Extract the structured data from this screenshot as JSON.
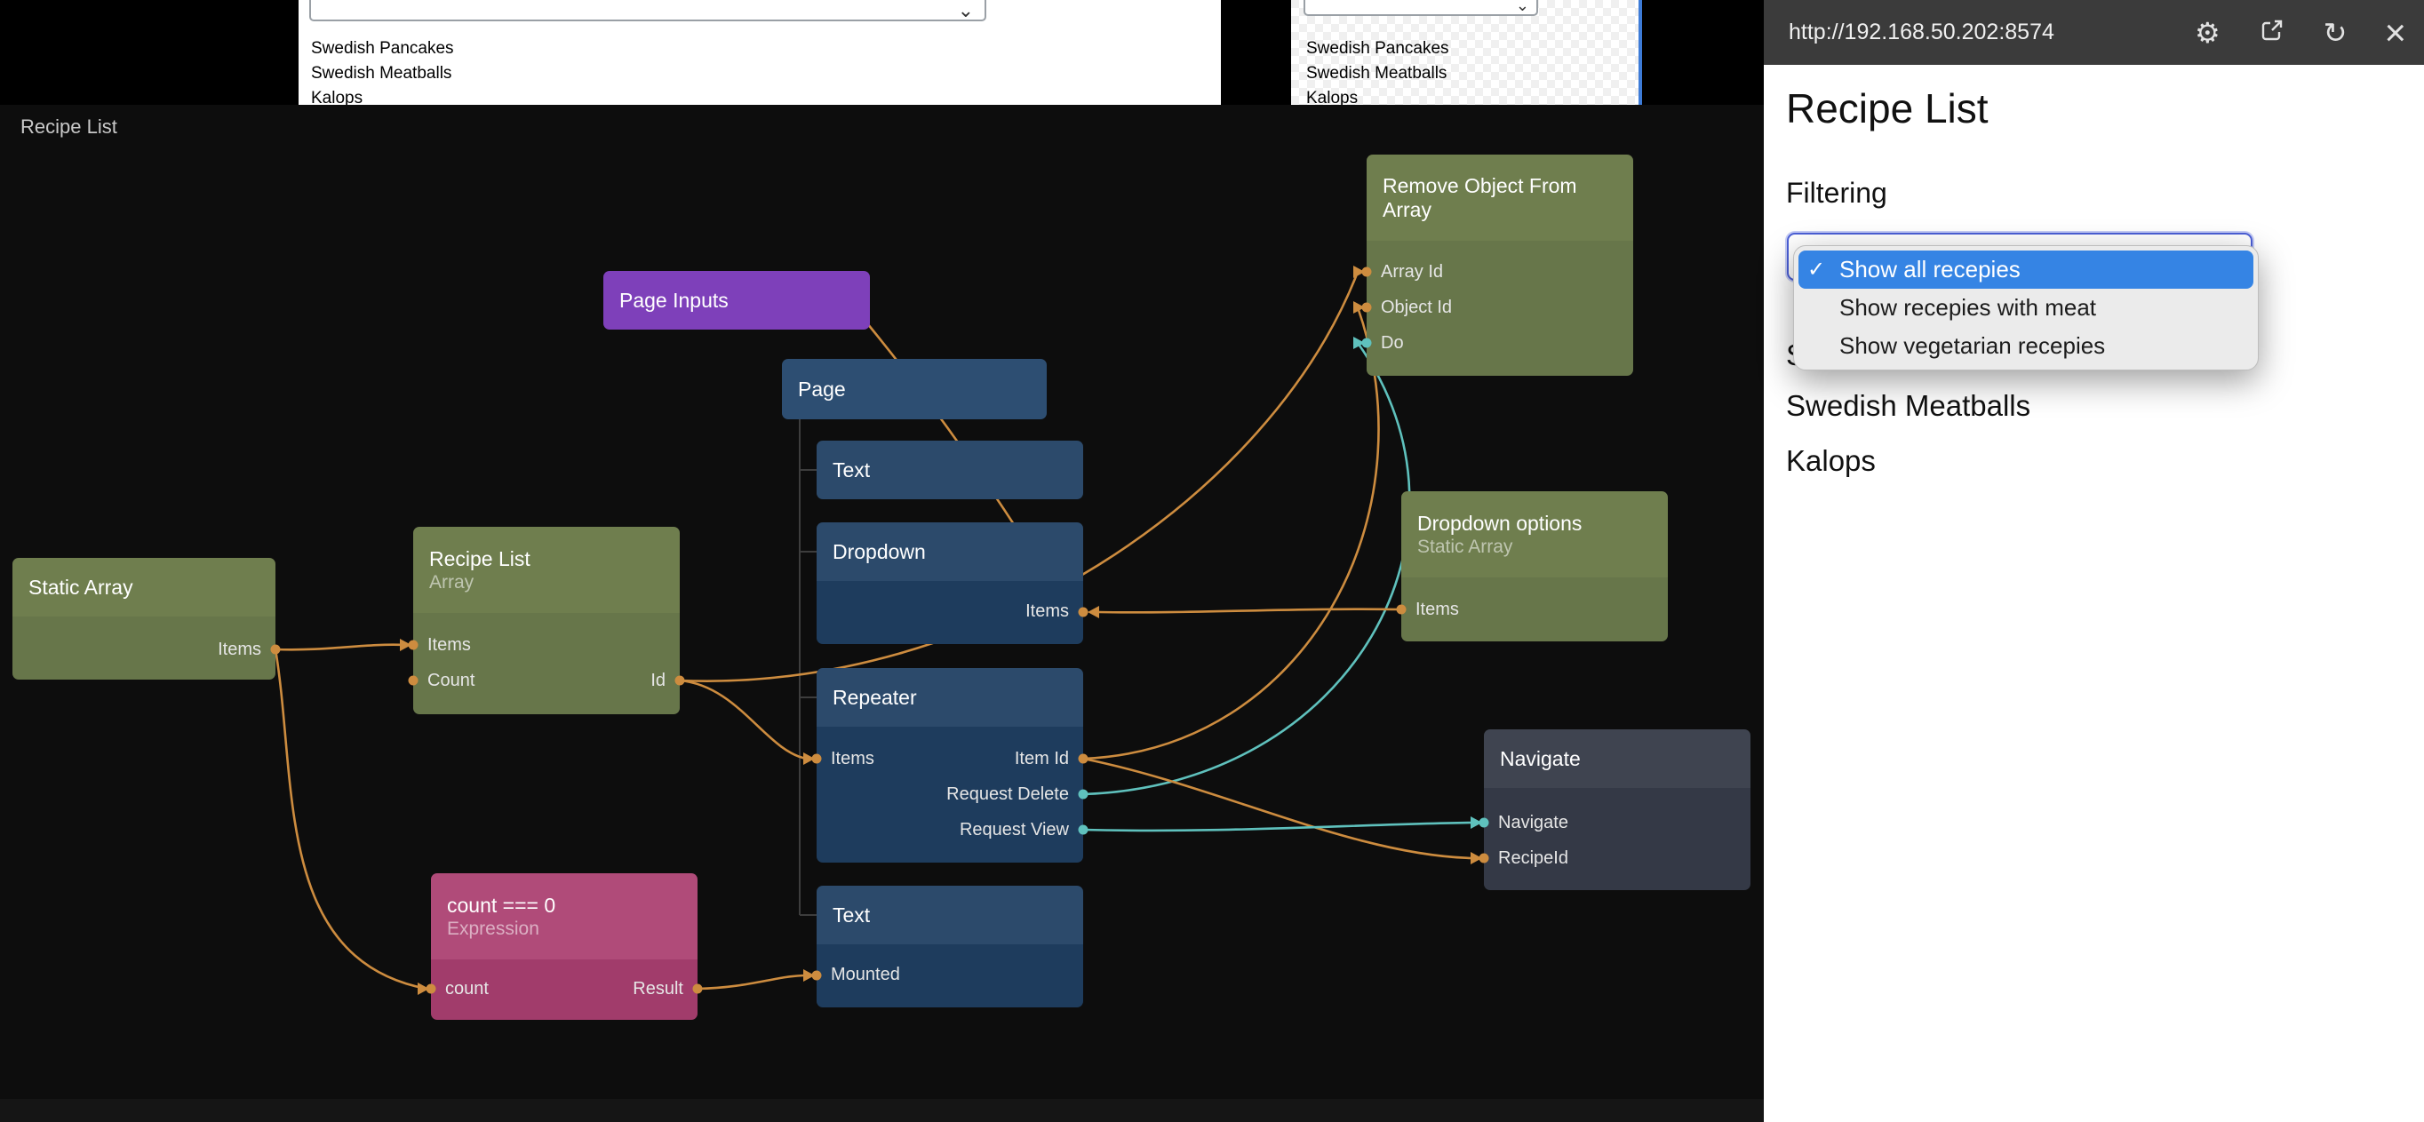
{
  "glyphs": {
    "chevron": "⌄",
    "check": "✓",
    "gear": "⚙",
    "refresh": "↻",
    "close": "×"
  },
  "colors": {
    "wire_orange": "#cd8c3f",
    "wire_teal": "#5fc1bd",
    "select_accent": "#3584e4",
    "topbar_bg": "#3b3b3b",
    "node_green": "#6f7e4e",
    "node_blue": "#2c4a6b",
    "node_purple": "#7e40ba",
    "node_pink": "#b04b79"
  },
  "editor": {
    "canvas_label": "Recipe List",
    "top_previews": [
      {
        "items": [
          "Swedish Pancakes",
          "Swedish Meatballs",
          "Kalops"
        ]
      },
      {
        "items": [
          "Swedish Pancakes",
          "Swedish Meatballs",
          "Kalops"
        ]
      }
    ],
    "nodes": {
      "page_inputs": {
        "title": "Page Inputs"
      },
      "page": {
        "title": "Page"
      },
      "text_top": {
        "title": "Text"
      },
      "dropdown": {
        "title": "Dropdown",
        "ports": {
          "items": "Items"
        }
      },
      "repeater": {
        "title": "Repeater",
        "ports": {
          "items": "Items",
          "item_id": "Item Id",
          "request_delete": "Request Delete",
          "request_view": "Request View"
        }
      },
      "text_bottom": {
        "title": "Text",
        "ports": {
          "mounted": "Mounted"
        }
      },
      "remove_object": {
        "title": "Remove Object From Array",
        "ports": {
          "array_id": "Array Id",
          "object_id": "Object Id",
          "do_action": "Do"
        }
      },
      "dropdown_options": {
        "title": "Dropdown options",
        "subtitle": "Static Array",
        "ports": {
          "items": "Items"
        }
      },
      "recipe_list": {
        "title": "Recipe List",
        "subtitle": "Array",
        "ports": {
          "items": "Items",
          "count": "Count",
          "id": "Id"
        }
      },
      "static_array": {
        "title": "Static Array",
        "ports": {
          "items": "Items"
        }
      },
      "expression": {
        "title": "count === 0",
        "subtitle": "Expression",
        "ports": {
          "count": "count",
          "result": "Result"
        }
      },
      "navigate": {
        "title": "Navigate",
        "ports": {
          "navigate": "Navigate",
          "recipe_id": "RecipeId"
        }
      }
    }
  },
  "preview": {
    "url": "http://192.168.50.202:8574",
    "title": "Recipe List",
    "section": "Filtering",
    "partial_item": "S",
    "dropdown": {
      "options": [
        {
          "label": "Show all recepies",
          "selected": true
        },
        {
          "label": "Show recepies with meat",
          "selected": false
        },
        {
          "label": "Show vegetarian recepies",
          "selected": false
        }
      ]
    },
    "list": [
      "Swedish Meatballs",
      "Kalops"
    ]
  }
}
